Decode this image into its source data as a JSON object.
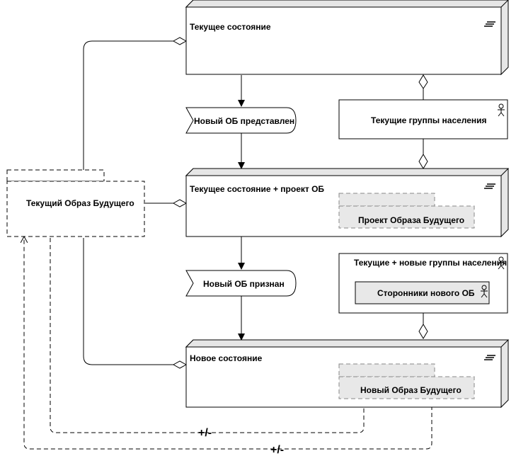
{
  "nodes": {
    "current_state": {
      "title": "Текущее состояние"
    },
    "current_state_project": {
      "title": "Текущее состояние + проект ОБ",
      "inner": "Проект Образа Будущего"
    },
    "new_state": {
      "title": "Новое состояние",
      "inner": "Новый Образ Будущего"
    }
  },
  "events": {
    "presented": "Новый ОБ представлен",
    "recognized": "Новый ОБ признан"
  },
  "groups": {
    "current": "Текущие группы населения",
    "current_new": "Текущие + новые группы населения",
    "supporters": "Сторонники нового ОБ"
  },
  "image": {
    "title": "Текущий Образ Будущего"
  },
  "edge_labels": {
    "inner_loop": "+/-",
    "outer_loop": "+/-"
  }
}
